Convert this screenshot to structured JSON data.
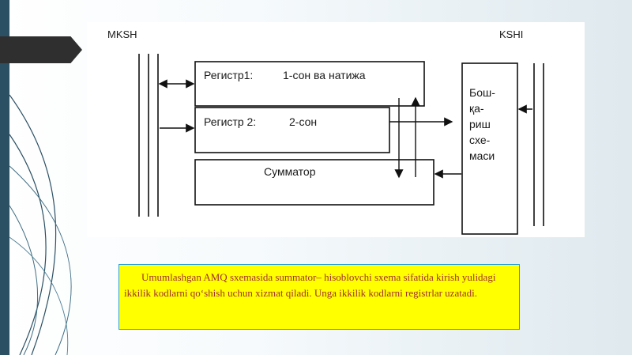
{
  "diagram": {
    "left_bus_label": "MKSH",
    "right_bus_label": "KSHI",
    "register1_label": "Регистр1:",
    "register1_desc": "1-сон ва натижа",
    "register2_label": "Регистр 2:",
    "register2_desc": "2-сон",
    "adder_label": "Сумматор",
    "control_lines": [
      "Бош-",
      "қа-",
      "риш",
      "схе-",
      "маси"
    ]
  },
  "caption": {
    "text": "Umumlashgan AMQ sxemasida summator– hisoblovchi sxema sifatida kirish yulidagi ikkilik kodlarni qo‘shish uchun xizmat qiladi. Unga ikkilik kodlarni registrlar uzatadi."
  },
  "colors": {
    "caption_background": "#ffff00",
    "caption_border": "#2a9fd6",
    "caption_text": "#a03030",
    "sidebar_band": "#2b4f63"
  }
}
